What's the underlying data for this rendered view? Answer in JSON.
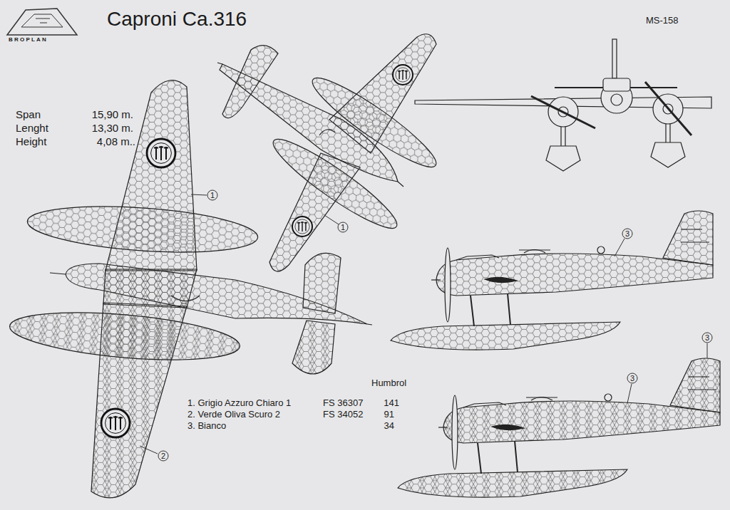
{
  "diagram": {
    "title": "Caproni Ca.316",
    "labels": [
      "BROPLAN",
      "MS-158",
      "Span",
      "15,90 m.",
      "Lenght",
      "13,30 m.",
      "Height",
      "4,08 m..",
      "1",
      "1",
      "3",
      "3",
      "3",
      "2",
      "Humbrol",
      "1. Grigio Azzuro Chiaro 1",
      "FS 36307",
      "141",
      "2. Verde Oliva Scuro 2",
      "FS 34052",
      "91",
      "3. Bianco",
      "34"
    ]
  }
}
